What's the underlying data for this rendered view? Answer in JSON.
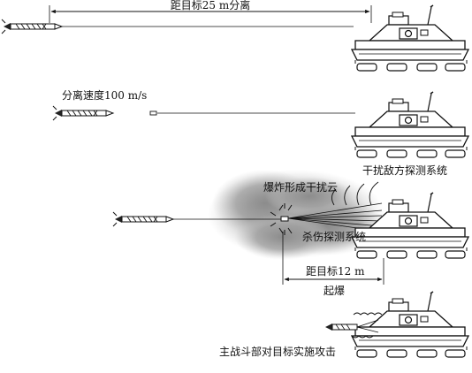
{
  "stages": [
    {
      "id": 1,
      "label": "距目标25 m分离"
    },
    {
      "id": 2,
      "label": "分离速度100 m/s",
      "caption": "干扰敌方探测系统"
    },
    {
      "id": 3,
      "label_cloud": "爆炸形成干扰云",
      "label_kill": "杀伤探测系统",
      "distance": "距目标12 m",
      "detonate": "起爆"
    },
    {
      "id": 4,
      "caption": "主战斗部对目标实施攻击"
    }
  ]
}
